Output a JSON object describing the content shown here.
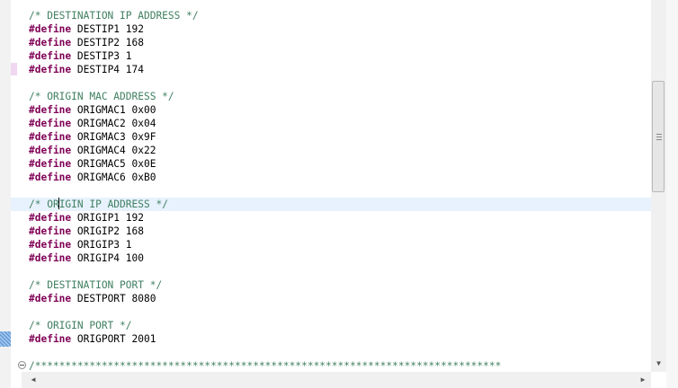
{
  "lines": [
    {
      "type": "comment",
      "text": "/* DESTINATION IP ADDRESS */"
    },
    {
      "type": "define",
      "keyword": "#define",
      "rest": " DESTIP1 192"
    },
    {
      "type": "define",
      "keyword": "#define",
      "rest": " DESTIP2 168"
    },
    {
      "type": "define",
      "keyword": "#define",
      "rest": " DESTIP3 1"
    },
    {
      "type": "define",
      "keyword": "#define",
      "rest": " DESTIP4 174"
    },
    {
      "type": "blank",
      "text": ""
    },
    {
      "type": "comment",
      "text": "/* ORIGIN MAC ADDRESS */"
    },
    {
      "type": "define",
      "keyword": "#define",
      "rest": " ORIGMAC1 0x00"
    },
    {
      "type": "define",
      "keyword": "#define",
      "rest": " ORIGMAC2 0x04"
    },
    {
      "type": "define",
      "keyword": "#define",
      "rest": " ORIGMAC3 0x9F"
    },
    {
      "type": "define",
      "keyword": "#define",
      "rest": " ORIGMAC4 0x22"
    },
    {
      "type": "define",
      "keyword": "#define",
      "rest": " ORIGMAC5 0x0E"
    },
    {
      "type": "define",
      "keyword": "#define",
      "rest": " ORIGMAC6 0xB0"
    },
    {
      "type": "blank",
      "text": ""
    },
    {
      "type": "comment-current",
      "before": "/* OR",
      "after": "IGIN IP ADDRESS */"
    },
    {
      "type": "define",
      "keyword": "#define",
      "rest": " ORIGIP1 192"
    },
    {
      "type": "define",
      "keyword": "#define",
      "rest": " ORIGIP2 168"
    },
    {
      "type": "define",
      "keyword": "#define",
      "rest": " ORIGIP3 1"
    },
    {
      "type": "define",
      "keyword": "#define",
      "rest": " ORIGIP4 100"
    },
    {
      "type": "blank",
      "text": ""
    },
    {
      "type": "comment",
      "text": "/* DESTINATION PORT */"
    },
    {
      "type": "define",
      "keyword": "#define",
      "rest": " DESTPORT 8080"
    },
    {
      "type": "blank",
      "text": ""
    },
    {
      "type": "comment",
      "text": "/* ORIGIN PORT */"
    },
    {
      "type": "define",
      "keyword": "#define",
      "rest": " ORIGPORT 2001"
    },
    {
      "type": "blank",
      "text": ""
    },
    {
      "type": "comment",
      "text": "/*****************************************************************************"
    }
  ],
  "colors": {
    "keyword": "#7f0055",
    "comment": "#3f7f5f",
    "current_line": "#e8f2fe"
  },
  "icons": {
    "fold": "fold-collapse-icon",
    "scroll_down": "arrow-down-icon",
    "scroll_left": "arrow-left-icon",
    "scroll_right": "arrow-right-icon"
  }
}
